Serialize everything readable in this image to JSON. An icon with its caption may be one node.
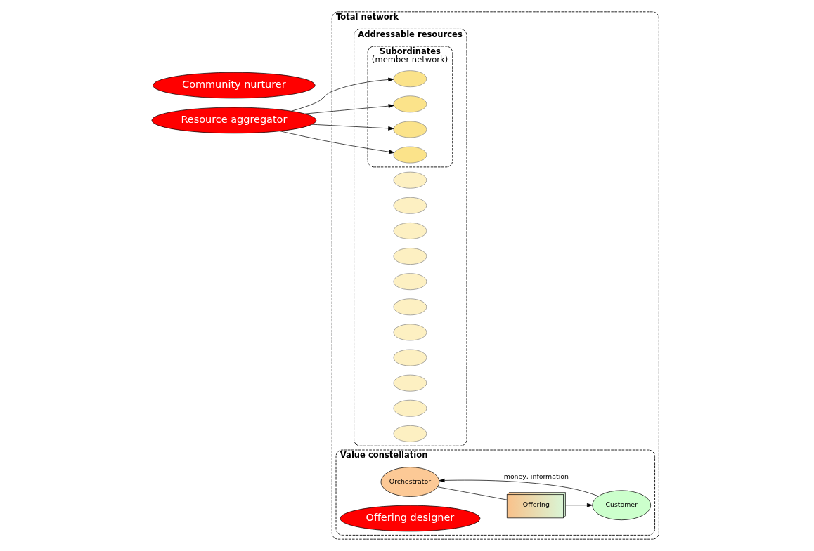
{
  "diagram": {
    "nodes": [
      {
        "text": [
          "Total network"
        ]
      },
      {
        "text": [
          "Addressable resources"
        ],
        "in": 0
      },
      {
        "text": [
          "Community nurturer"
        ]
      },
      {
        "text": [],
        "shape": "ellipse",
        "in": 1
      },
      {
        "text": [],
        "shape": "ellipse",
        "in": 1
      },
      {
        "text": [],
        "shape": "ellipse",
        "in": 1
      },
      {
        "text": [],
        "shape": "ellipse",
        "in": 1
      },
      {
        "text": [],
        "shape": "ellipse",
        "in": 1
      },
      {
        "text": [],
        "shape": "ellipse",
        "in": 1
      },
      {
        "text": [],
        "shape": "ellipse",
        "in": 1
      },
      {
        "text": [],
        "shape": "ellipse",
        "in": 1
      },
      {
        "text": [],
        "shape": "ellipse",
        "in": 1
      },
      {
        "text": [],
        "shape": "ellipse",
        "in": 1
      },
      {
        "text": [],
        "shape": "ellipse",
        "in": 1
      },
      {
        "text": [
          "Value constellation"
        ],
        "in": 0
      },
      {
        "text": [
          "Subordinates",
          "(member network)"
        ],
        "in": 1
      },
      {
        "text": [],
        "shape": "ellipse",
        "in": 15
      },
      {
        "text": [],
        "shape": "ellipse",
        "in": 15
      },
      {
        "text": [],
        "shape": "ellipse",
        "in": 15
      },
      {
        "text": [],
        "shape": "ellipse",
        "in": 15
      },
      {
        "text": [
          "Resource aggregator"
        ]
      },
      {
        "text": [
          "Orchestrator"
        ],
        "in": 14
      },
      {
        "text": [
          "Offering designer"
        ],
        "in": 14
      },
      {
        "text": [
          "Offering"
        ],
        "in": 14
      },
      {
        "text": [
          "Customer"
        ],
        "in": 14
      }
    ],
    "edges": [
      {
        "from": 20,
        "to": 16,
        "arrow": "to"
      },
      {
        "from": 20,
        "to": 17,
        "arrow": "to"
      },
      {
        "from": 20,
        "to": 18,
        "arrow": "to"
      },
      {
        "from": 20,
        "to": 19,
        "arrow": "to"
      },
      {
        "from": 24,
        "to": 21,
        "arrow": "to",
        "label": "money, information"
      },
      {
        "from": 21,
        "to": 23,
        "arrow": "none"
      },
      {
        "from": 23,
        "to": 24,
        "arrow": "to"
      }
    ]
  }
}
